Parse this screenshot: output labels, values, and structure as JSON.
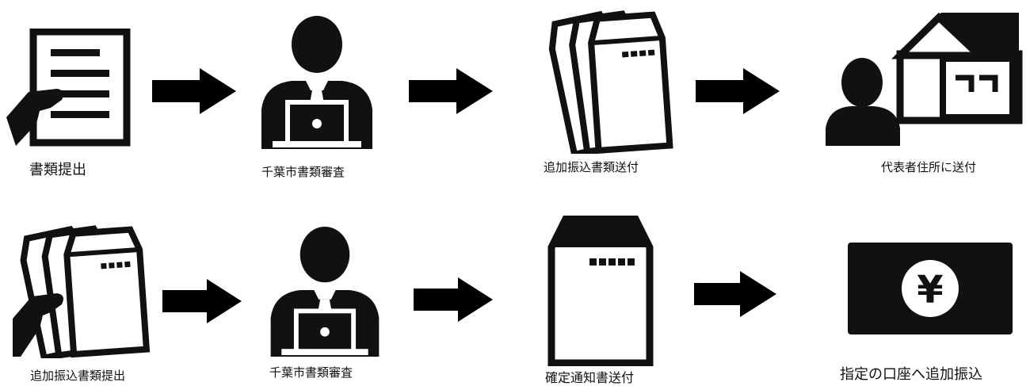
{
  "flow": {
    "row1": {
      "step1": "書類提出",
      "step2": "千葉市書類審査",
      "step3": "追加振込書類送付",
      "step4": "代表者住所に送付"
    },
    "row2": {
      "step1": "追加振込書類提出",
      "step2": "千葉市書類審査",
      "step3": "確定通知書送付",
      "step4": "指定の口座へ追加振込"
    }
  },
  "icons": {
    "document": "document-icon",
    "reviewer": "reviewer-icon",
    "envelopes": "envelopes-icon",
    "house_person": "house-person-icon",
    "envelope": "envelope-icon",
    "yen": "yen-banknote-icon",
    "arrow": "arrow-right-icon"
  },
  "yen_symbol": "¥"
}
